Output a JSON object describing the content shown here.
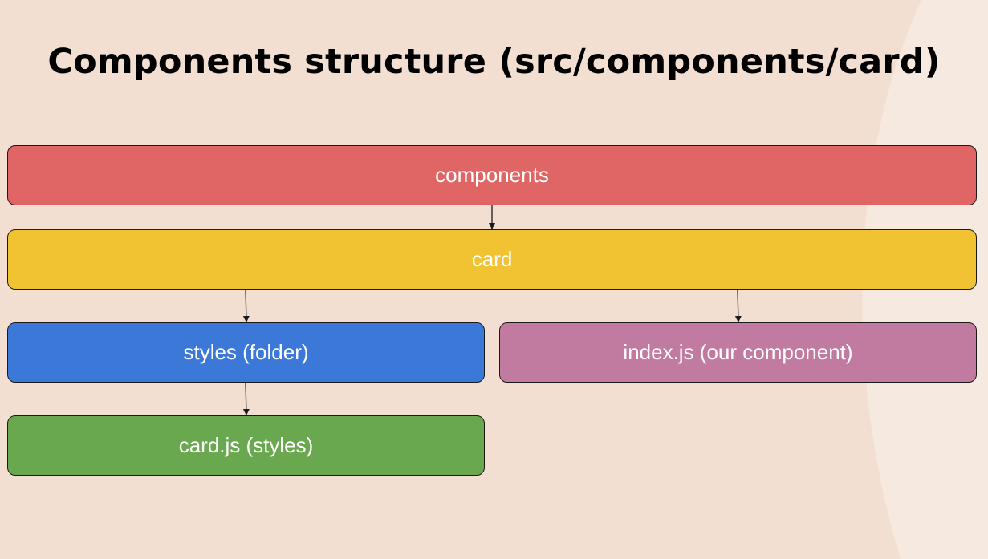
{
  "title": "Components structure (src/components/card)",
  "colors": {
    "background": "#f2dfd2",
    "background_curve": "#f6e9e0",
    "components": "#e06666",
    "card": "#f1c232",
    "styles": "#3c78d8",
    "index": "#c27ba0",
    "cardjs": "#6aa84f"
  },
  "nodes": {
    "components": "components",
    "card": "card",
    "styles": "styles (folder)",
    "index": "index.js (our component)",
    "cardjs": "card.js (styles)"
  },
  "edges": [
    {
      "from": "components",
      "to": "card"
    },
    {
      "from": "card",
      "to": "styles"
    },
    {
      "from": "card",
      "to": "index"
    },
    {
      "from": "styles",
      "to": "cardjs"
    }
  ]
}
